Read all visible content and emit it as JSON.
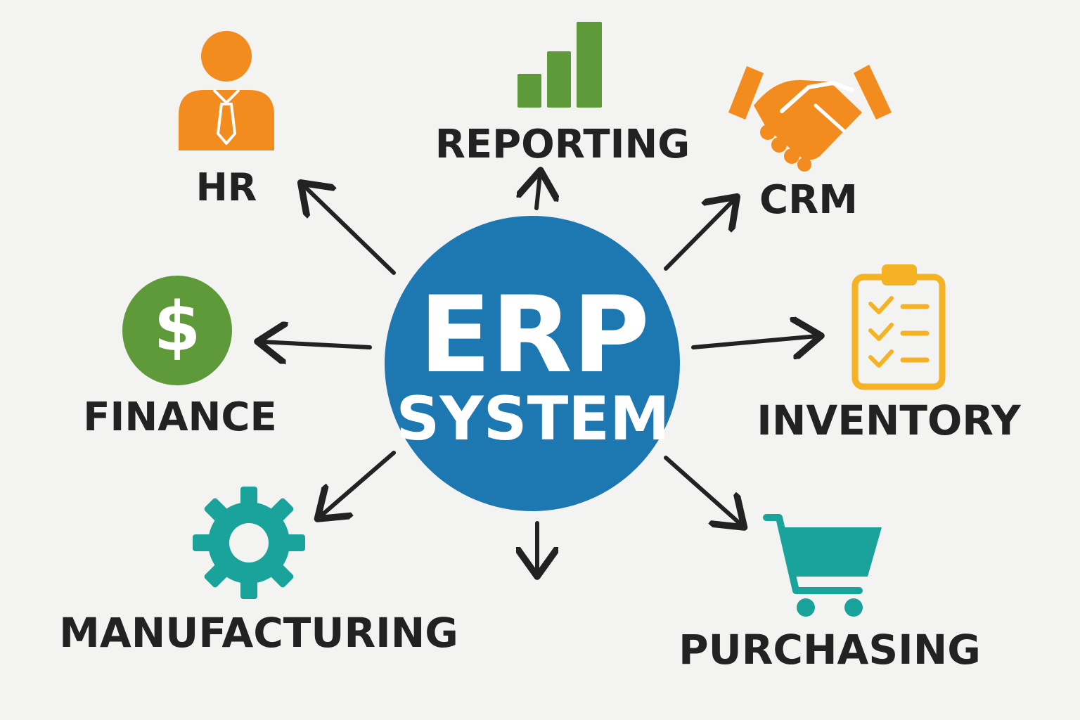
{
  "hub": {
    "line1": "ERP",
    "line2": "SYSTEM",
    "color": "#1d77b0"
  },
  "modules": [
    {
      "key": "hr",
      "label": "HR",
      "icon": "person-with-tie-icon",
      "color": "#f28c1e"
    },
    {
      "key": "reporting",
      "label": "REPORTING",
      "icon": "bar-chart-icon",
      "color": "#5f9a3a"
    },
    {
      "key": "crm",
      "label": "CRM",
      "icon": "handshake-icon",
      "color": "#f28c1e"
    },
    {
      "key": "finance",
      "label": "FINANCE",
      "icon": "dollar-coin-icon",
      "color": "#5f9a3a"
    },
    {
      "key": "inventory",
      "label": "INVENTORY",
      "icon": "clipboard-checklist-icon",
      "color": "#f5b225"
    },
    {
      "key": "manufacturing",
      "label": "MANUFACTURING",
      "icon": "gear-icon",
      "color": "#1aa39a"
    },
    {
      "key": "purchasing",
      "label": "PURCHASING",
      "icon": "shopping-cart-icon",
      "color": "#1aa39a"
    }
  ]
}
